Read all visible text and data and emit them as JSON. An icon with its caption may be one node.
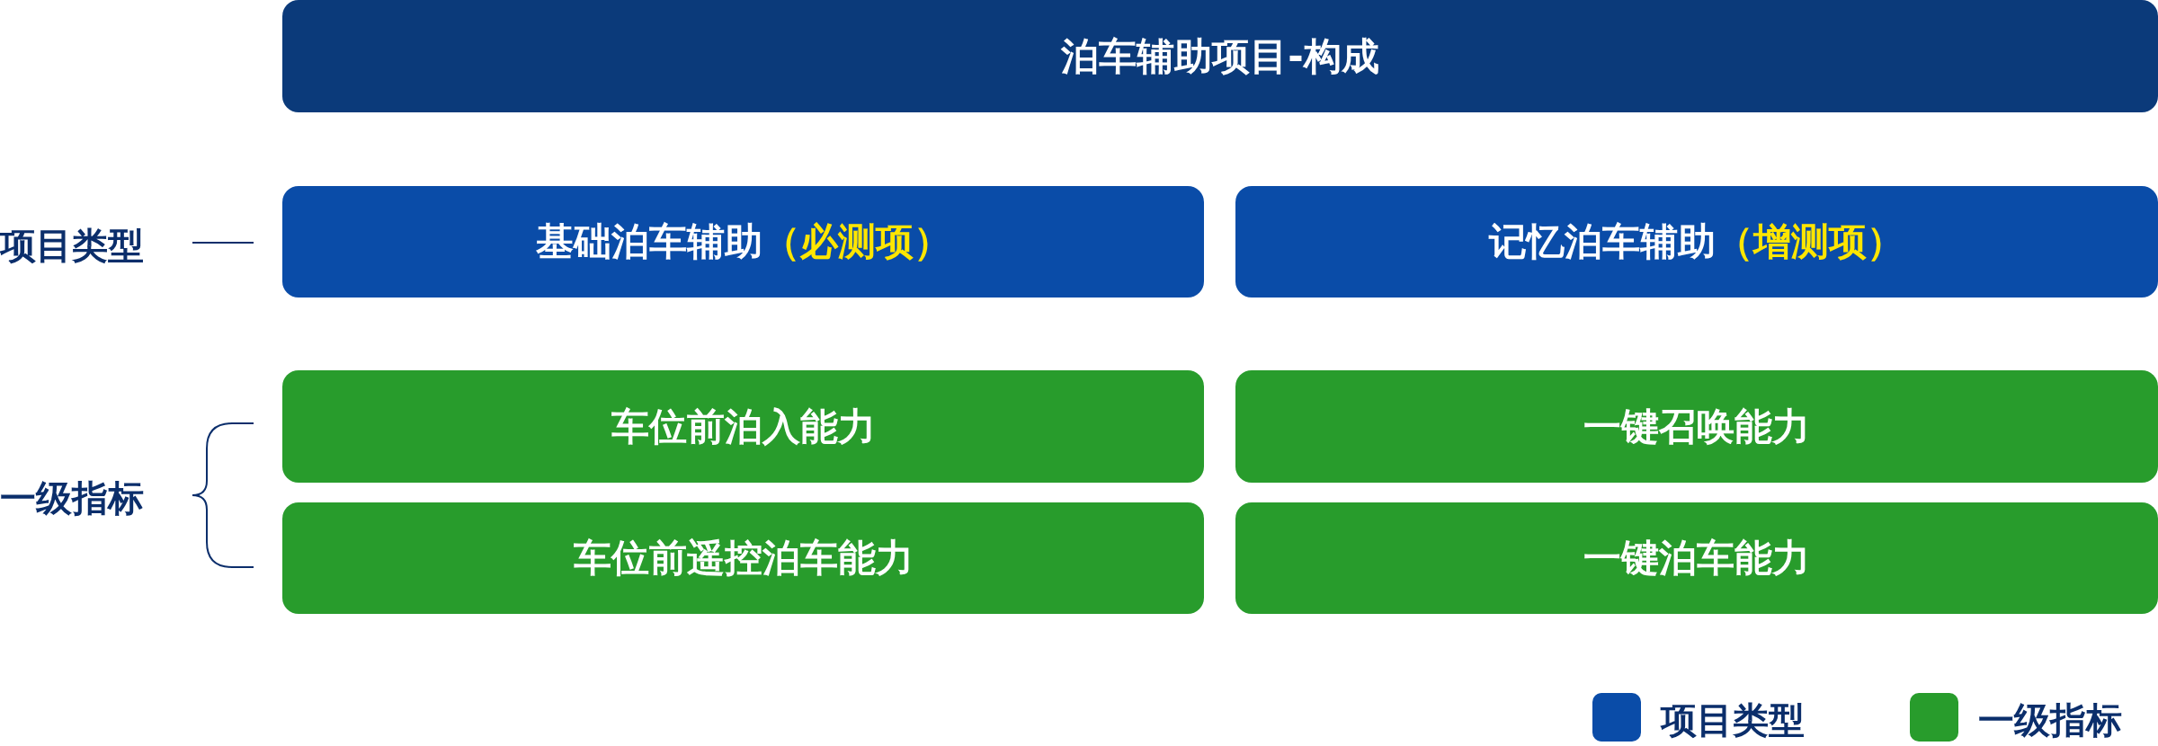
{
  "diagram": {
    "nodes": [
      {
        "text": [
          "泊车辅助项目-构成"
        ]
      },
      {
        "text": [
          "基础泊车辅助",
          "（必测项）"
        ]
      },
      {
        "text": [
          "记忆泊车辅助",
          "（增测项）"
        ]
      },
      {
        "text": [
          "车位前泊入能力"
        ]
      },
      {
        "text": [
          "车位前遥控泊车能力"
        ]
      },
      {
        "text": [
          "一键召唤能力"
        ]
      },
      {
        "text": [
          "一键泊车能力"
        ]
      }
    ],
    "edges": [],
    "labels": [
      "项目类型",
      "一级指标"
    ],
    "legend": [
      {
        "text": "项目类型",
        "color": "#0a4ca8"
      },
      {
        "text": "一级指标",
        "color": "#289c2c"
      }
    ]
  }
}
